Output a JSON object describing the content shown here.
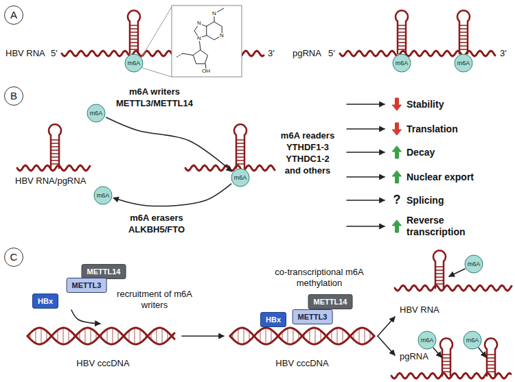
{
  "diagram": {
    "nodes": [
      {
        "text": [
          "A"
        ]
      },
      {
        "text": [
          "m6A"
        ]
      },
      {
        "text": [
          "m6A"
        ]
      },
      {
        "text": [
          "m6A"
        ]
      },
      {
        "text": [
          "B"
        ]
      },
      {
        "text": [
          "m6A"
        ]
      },
      {
        "text": [
          "m6A"
        ]
      },
      {
        "text": [
          "m6A"
        ]
      },
      {
        "text": [
          "C"
        ]
      },
      {
        "text": [
          "METTL14"
        ]
      },
      {
        "text": [
          "METTL3"
        ]
      },
      {
        "text": [
          "HBx"
        ]
      },
      {
        "text": [
          "METTL14"
        ]
      },
      {
        "text": [
          "METTL3"
        ]
      },
      {
        "text": [
          "HBx"
        ]
      },
      {
        "text": [
          "m6A"
        ]
      },
      {
        "text": [
          "m6A"
        ]
      },
      {
        "text": [
          "m6A"
        ]
      }
    ],
    "edges": [
      {
        "from": 5,
        "to": 6,
        "arrow": "to"
      },
      {
        "from": 6,
        "to": 7,
        "arrow": "to"
      }
    ],
    "labels": [
      "HBV RNA",
      "5′",
      "N",
      "N",
      "N",
      "N",
      "OH",
      "3′",
      "pgRNA",
      "5′",
      "3′",
      "m6A writers",
      "METTL3/METTL14",
      "HBV RNA/pgRNA",
      "m6A readers",
      "YTHDF1-3",
      "YTHDC1-2",
      "and others",
      "Stability",
      "Translation",
      "Decay",
      "Nuclear export",
      "?",
      "Splicing",
      "m6A erasers",
      "ALKBH5/FTO",
      "Reverse transcription",
      "recruitment of m6A writers",
      "co-transcriptional m6A methylation",
      "HBV RNA",
      "HBV cccDNA",
      "HBV cccDNA",
      "pgRNA"
    ]
  }
}
